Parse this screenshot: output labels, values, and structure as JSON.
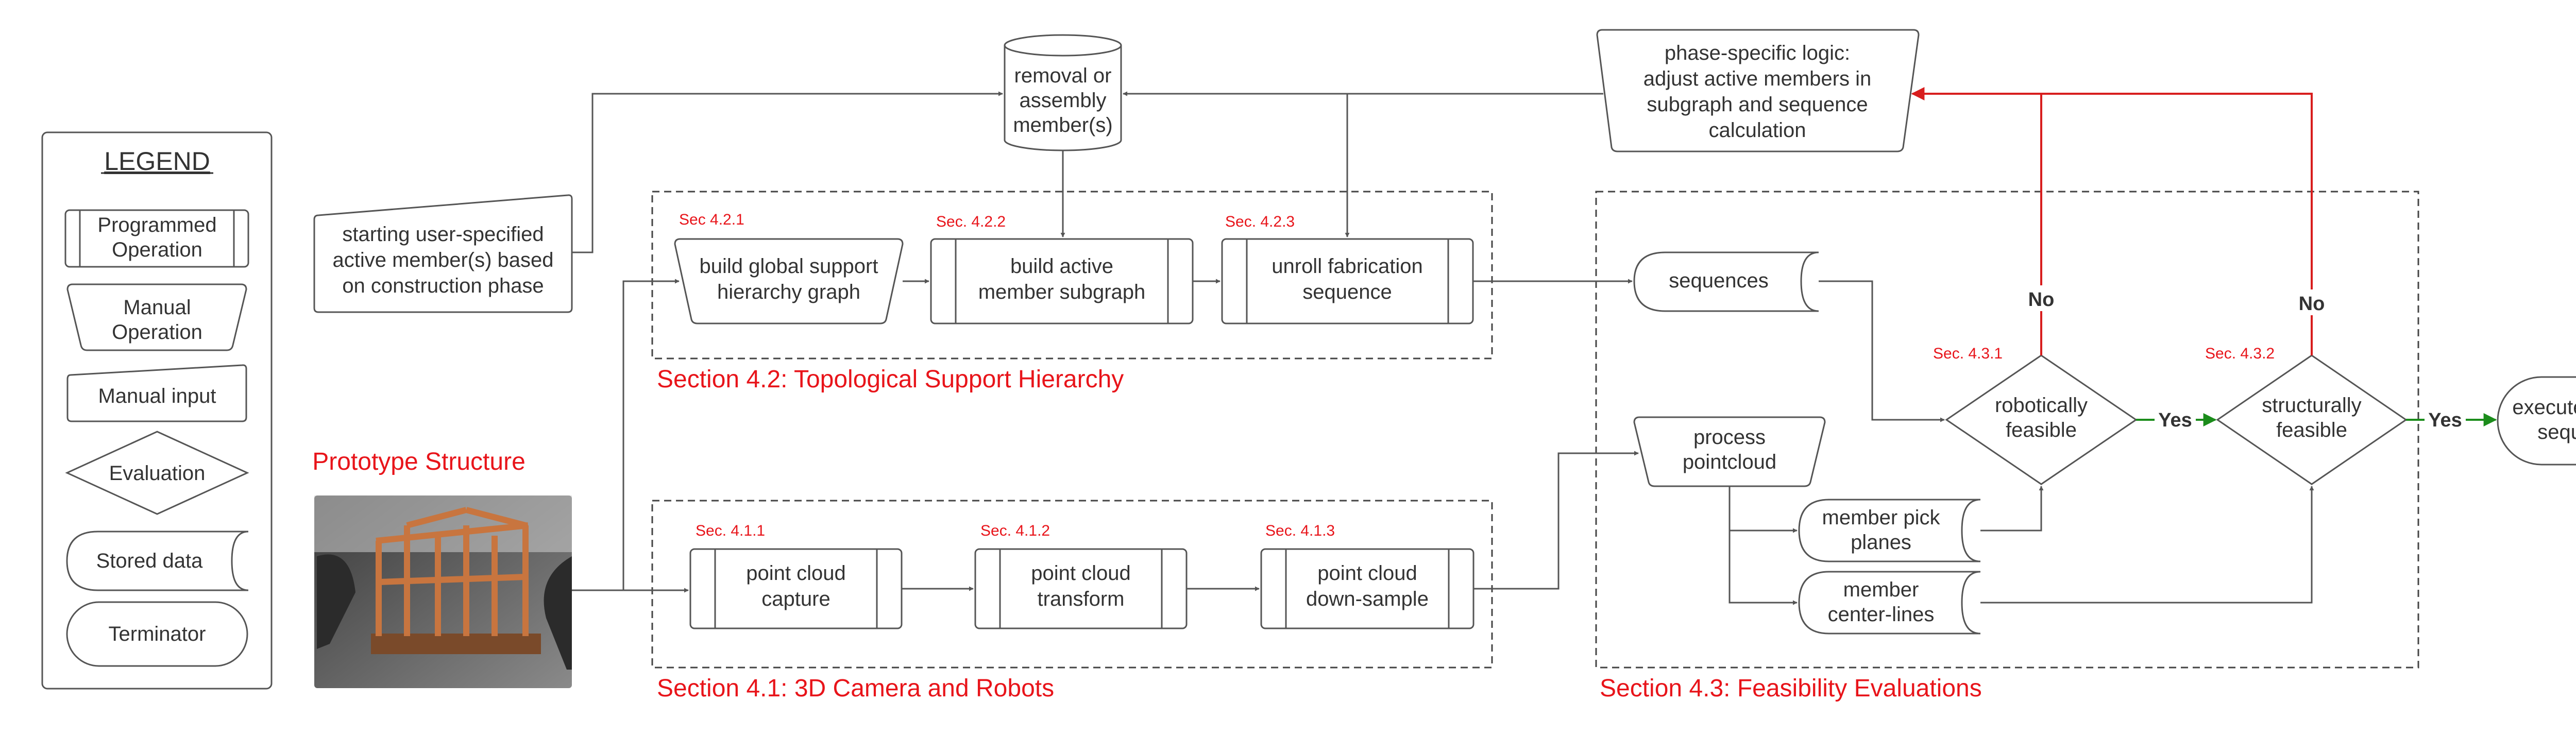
{
  "legend": {
    "title": "LEGEND",
    "programmed_operation": [
      "Programmed",
      "Operation"
    ],
    "manual_operation": [
      "Manual",
      "Operation"
    ],
    "manual_input": "Manual input",
    "evaluation": "Evaluation",
    "stored_data": "Stored data",
    "terminator": "Terminator"
  },
  "prototype": {
    "title": "Prototype Structure"
  },
  "inputs": {
    "user_input": [
      "starting user-specified",
      "active member(s) based",
      "on construction phase"
    ],
    "db_removal": [
      "removal or",
      "assembly",
      "member(s)"
    ],
    "phase_logic": [
      "phase-specific logic:",
      "adjust active members in",
      "subgraph and sequence",
      "calculation"
    ]
  },
  "section_42": {
    "title": "Section 4.2: Topological Support Hierarchy",
    "sec_421": "Sec 4.2.1",
    "sec_422": "Sec. 4.2.2",
    "sec_423": "Sec. 4.2.3",
    "build_global": [
      "build global support",
      "hierarchy graph"
    ],
    "build_active": [
      "build active",
      "member subgraph"
    ],
    "unroll": [
      "unroll fabrication",
      "sequence"
    ]
  },
  "section_41": {
    "title": "Section 4.1: 3D Camera and Robots",
    "sec_411": "Sec. 4.1.1",
    "sec_412": "Sec. 4.1.2",
    "sec_413": "Sec. 4.1.3",
    "capture": [
      "point cloud",
      "capture"
    ],
    "transform": [
      "point cloud",
      "transform"
    ],
    "downsample": [
      "point cloud",
      "down-sample"
    ]
  },
  "section_43": {
    "title": "Section 4.3: Feasibility Evaluations",
    "sec_431": "Sec. 4.3.1",
    "sec_432": "Sec. 4.3.2",
    "sequences": "sequences",
    "process_pointcloud": [
      "process",
      "pointcloud"
    ],
    "pick_planes": [
      "member pick",
      "planes"
    ],
    "center_lines": [
      "member",
      "center-lines"
    ],
    "robotically_feasible": [
      "robotically",
      "feasible"
    ],
    "structurally_feasible": [
      "structurally",
      "feasible"
    ]
  },
  "decisions": {
    "yes": "Yes",
    "no": "No"
  },
  "terminal": {
    "execute": [
      "execute robotic",
      "sequence"
    ]
  },
  "colors": {
    "red": "#e8141a",
    "green": "#1b8c1b",
    "stroke": "#555555"
  }
}
